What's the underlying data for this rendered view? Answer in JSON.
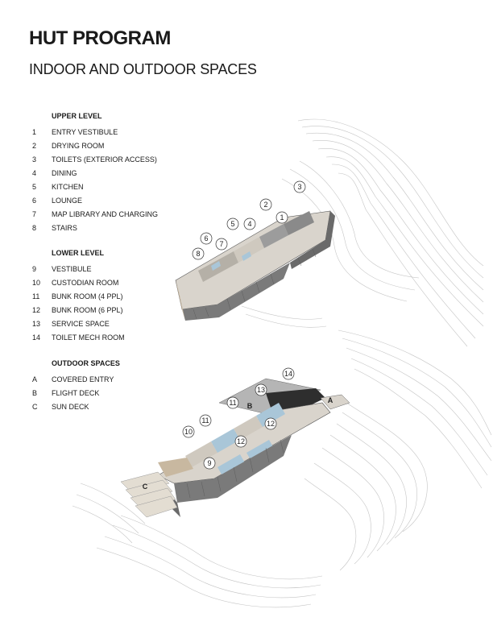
{
  "title": "HUT PROGRAM",
  "subtitle": "INDOOR AND OUTDOOR SPACES",
  "legend": {
    "upper": {
      "heading": "UPPER LEVEL",
      "items": [
        {
          "key": "1",
          "label": "ENTRY VESTIBULE"
        },
        {
          "key": "2",
          "label": "DRYING ROOM"
        },
        {
          "key": "3",
          "label": "TOILETS  (EXTERIOR ACCESS)"
        },
        {
          "key": "4",
          "label": "DINING"
        },
        {
          "key": "5",
          "label": "KITCHEN"
        },
        {
          "key": "6",
          "label": "LOUNGE"
        },
        {
          "key": "7",
          "label": "MAP LIBRARY AND CHARGING"
        },
        {
          "key": "8",
          "label": "STAIRS"
        }
      ]
    },
    "lower": {
      "heading": "LOWER LEVEL",
      "items": [
        {
          "key": "9",
          "label": "VESTIBULE"
        },
        {
          "key": "10",
          "label": "CUSTODIAN ROOM"
        },
        {
          "key": "11",
          "label": "BUNK ROOM (4 PPL)"
        },
        {
          "key": "12",
          "label": "BUNK ROOM (6 PPL)"
        },
        {
          "key": "13",
          "label": "SERVICE SPACE"
        },
        {
          "key": "14",
          "label": "TOILET MECH ROOM"
        }
      ]
    },
    "outdoor": {
      "heading": "OUTDOOR SPACES",
      "items": [
        {
          "key": "A",
          "label": "COVERED ENTRY"
        },
        {
          "key": "B",
          "label": "FLIGHT DECK"
        },
        {
          "key": "C",
          "label": "SUN DECK"
        }
      ]
    }
  },
  "callouts": {
    "upper": [
      "1",
      "2",
      "3",
      "4",
      "5",
      "6",
      "7",
      "8"
    ],
    "lower": [
      "9",
      "10",
      "11",
      "11",
      "12",
      "12",
      "13",
      "14"
    ],
    "outdoor": [
      "A",
      "B",
      "C"
    ]
  },
  "colors": {
    "cladding": "#7a7a7a",
    "roof_dark": "#3a3a3a",
    "floor": "#d9d4cc",
    "wood": "#c8b8a0",
    "glass": "#a9c6d8",
    "contour": "#bdbdbd"
  }
}
